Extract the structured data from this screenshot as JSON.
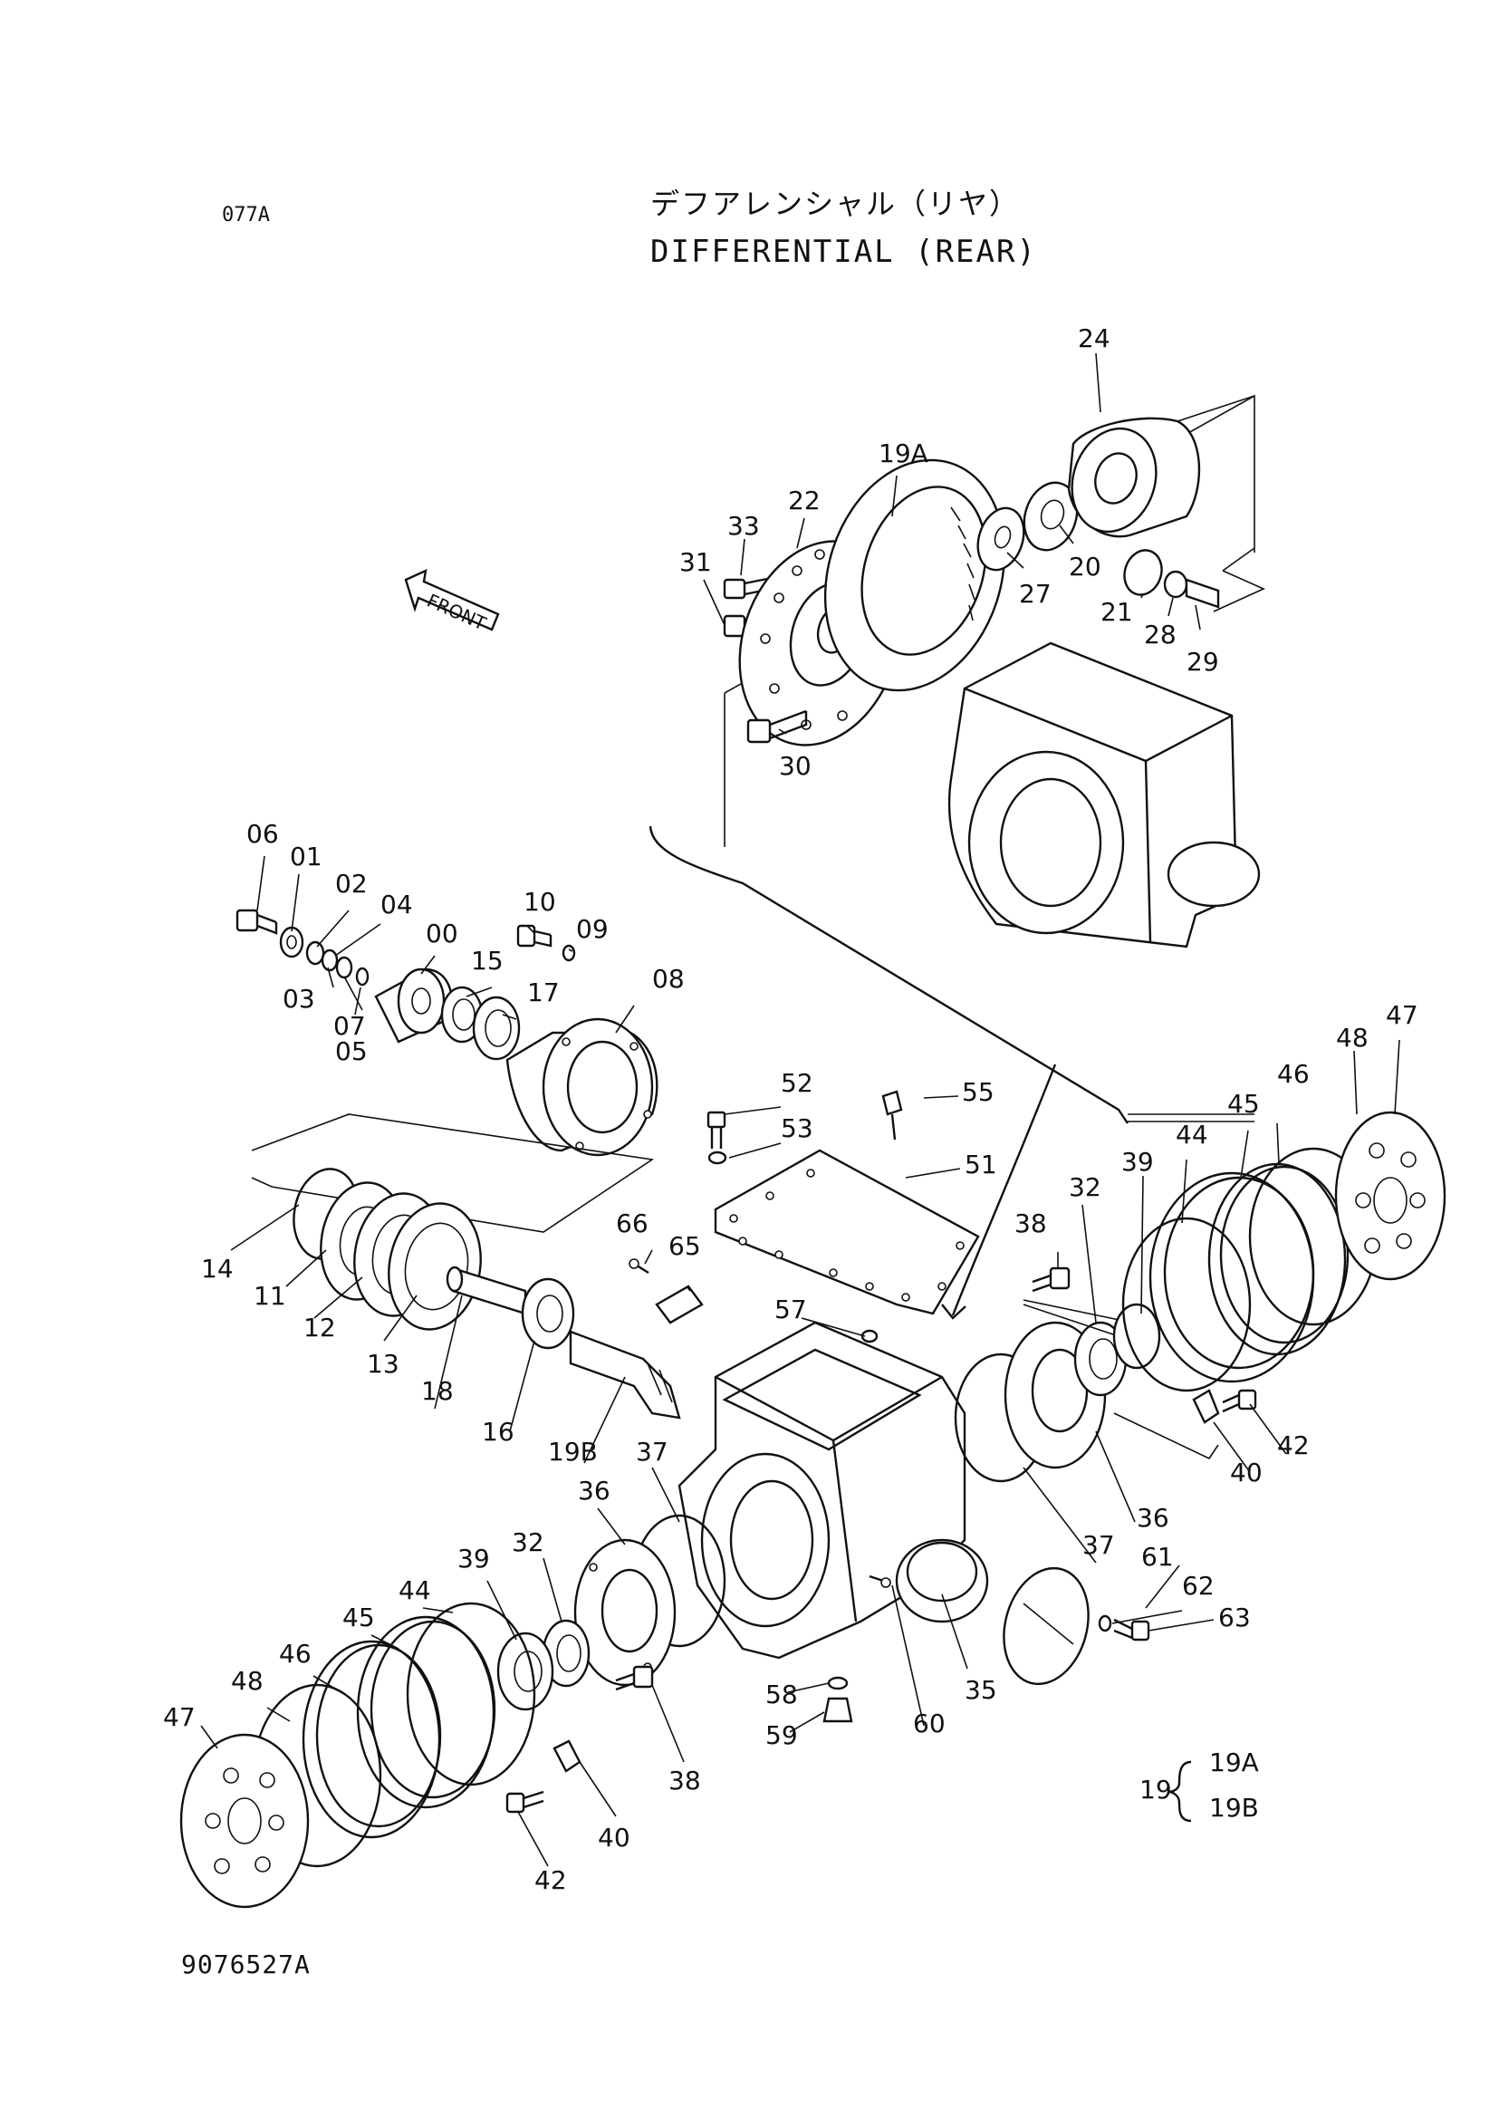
{
  "page_code": "077A",
  "title_jp": "デフアレンシャル（リヤ）",
  "title_en": "DIFFERENTIAL (REAR)",
  "front_label": "FRONT",
  "document_number": "9076527A",
  "part_labels": {
    "p24": "24",
    "p19A_top": "19A",
    "p22": "22",
    "p33": "33",
    "p31": "31",
    "p27": "27",
    "p20": "20",
    "p21": "21",
    "p28": "28",
    "p29": "29",
    "p30": "30",
    "p06": "06",
    "p01": "01",
    "p02": "02",
    "p04": "04",
    "p00": "00",
    "p03": "03",
    "p07": "07",
    "p05": "05",
    "p10": "10",
    "p09": "09",
    "p15": "15",
    "p17": "17",
    "p08": "08",
    "p14": "14",
    "p11": "11",
    "p12": "12",
    "p13": "13",
    "p18": "18",
    "p16": "16",
    "p19B_mid": "19B",
    "p52": "52",
    "p53": "53",
    "p55": "55",
    "p51": "51",
    "p66": "66",
    "p65": "65",
    "p57": "57",
    "p38_r": "38",
    "p32_r": "32",
    "p39_r": "39",
    "p44_r": "44",
    "p45_r": "45",
    "p46_r": "46",
    "p48_r": "48",
    "p47_r": "47",
    "p40_r": "40",
    "p42_r": "42",
    "p36_r": "36",
    "p37_r": "37",
    "p61": "61",
    "p62": "62",
    "p63": "63",
    "p35": "35",
    "p60": "60",
    "p58": "58",
    "p59": "59",
    "p37_l": "37",
    "p36_l": "36",
    "p32_l": "32",
    "p39_l": "39",
    "p44_l": "44",
    "p45_l": "45",
    "p46_l": "46",
    "p48_l": "48",
    "p47_l": "47",
    "p38_l": "38",
    "p40_l": "40",
    "p42_l": "42"
  },
  "legend": {
    "parent": "19",
    "child_a": "19A",
    "child_b": "19B"
  }
}
